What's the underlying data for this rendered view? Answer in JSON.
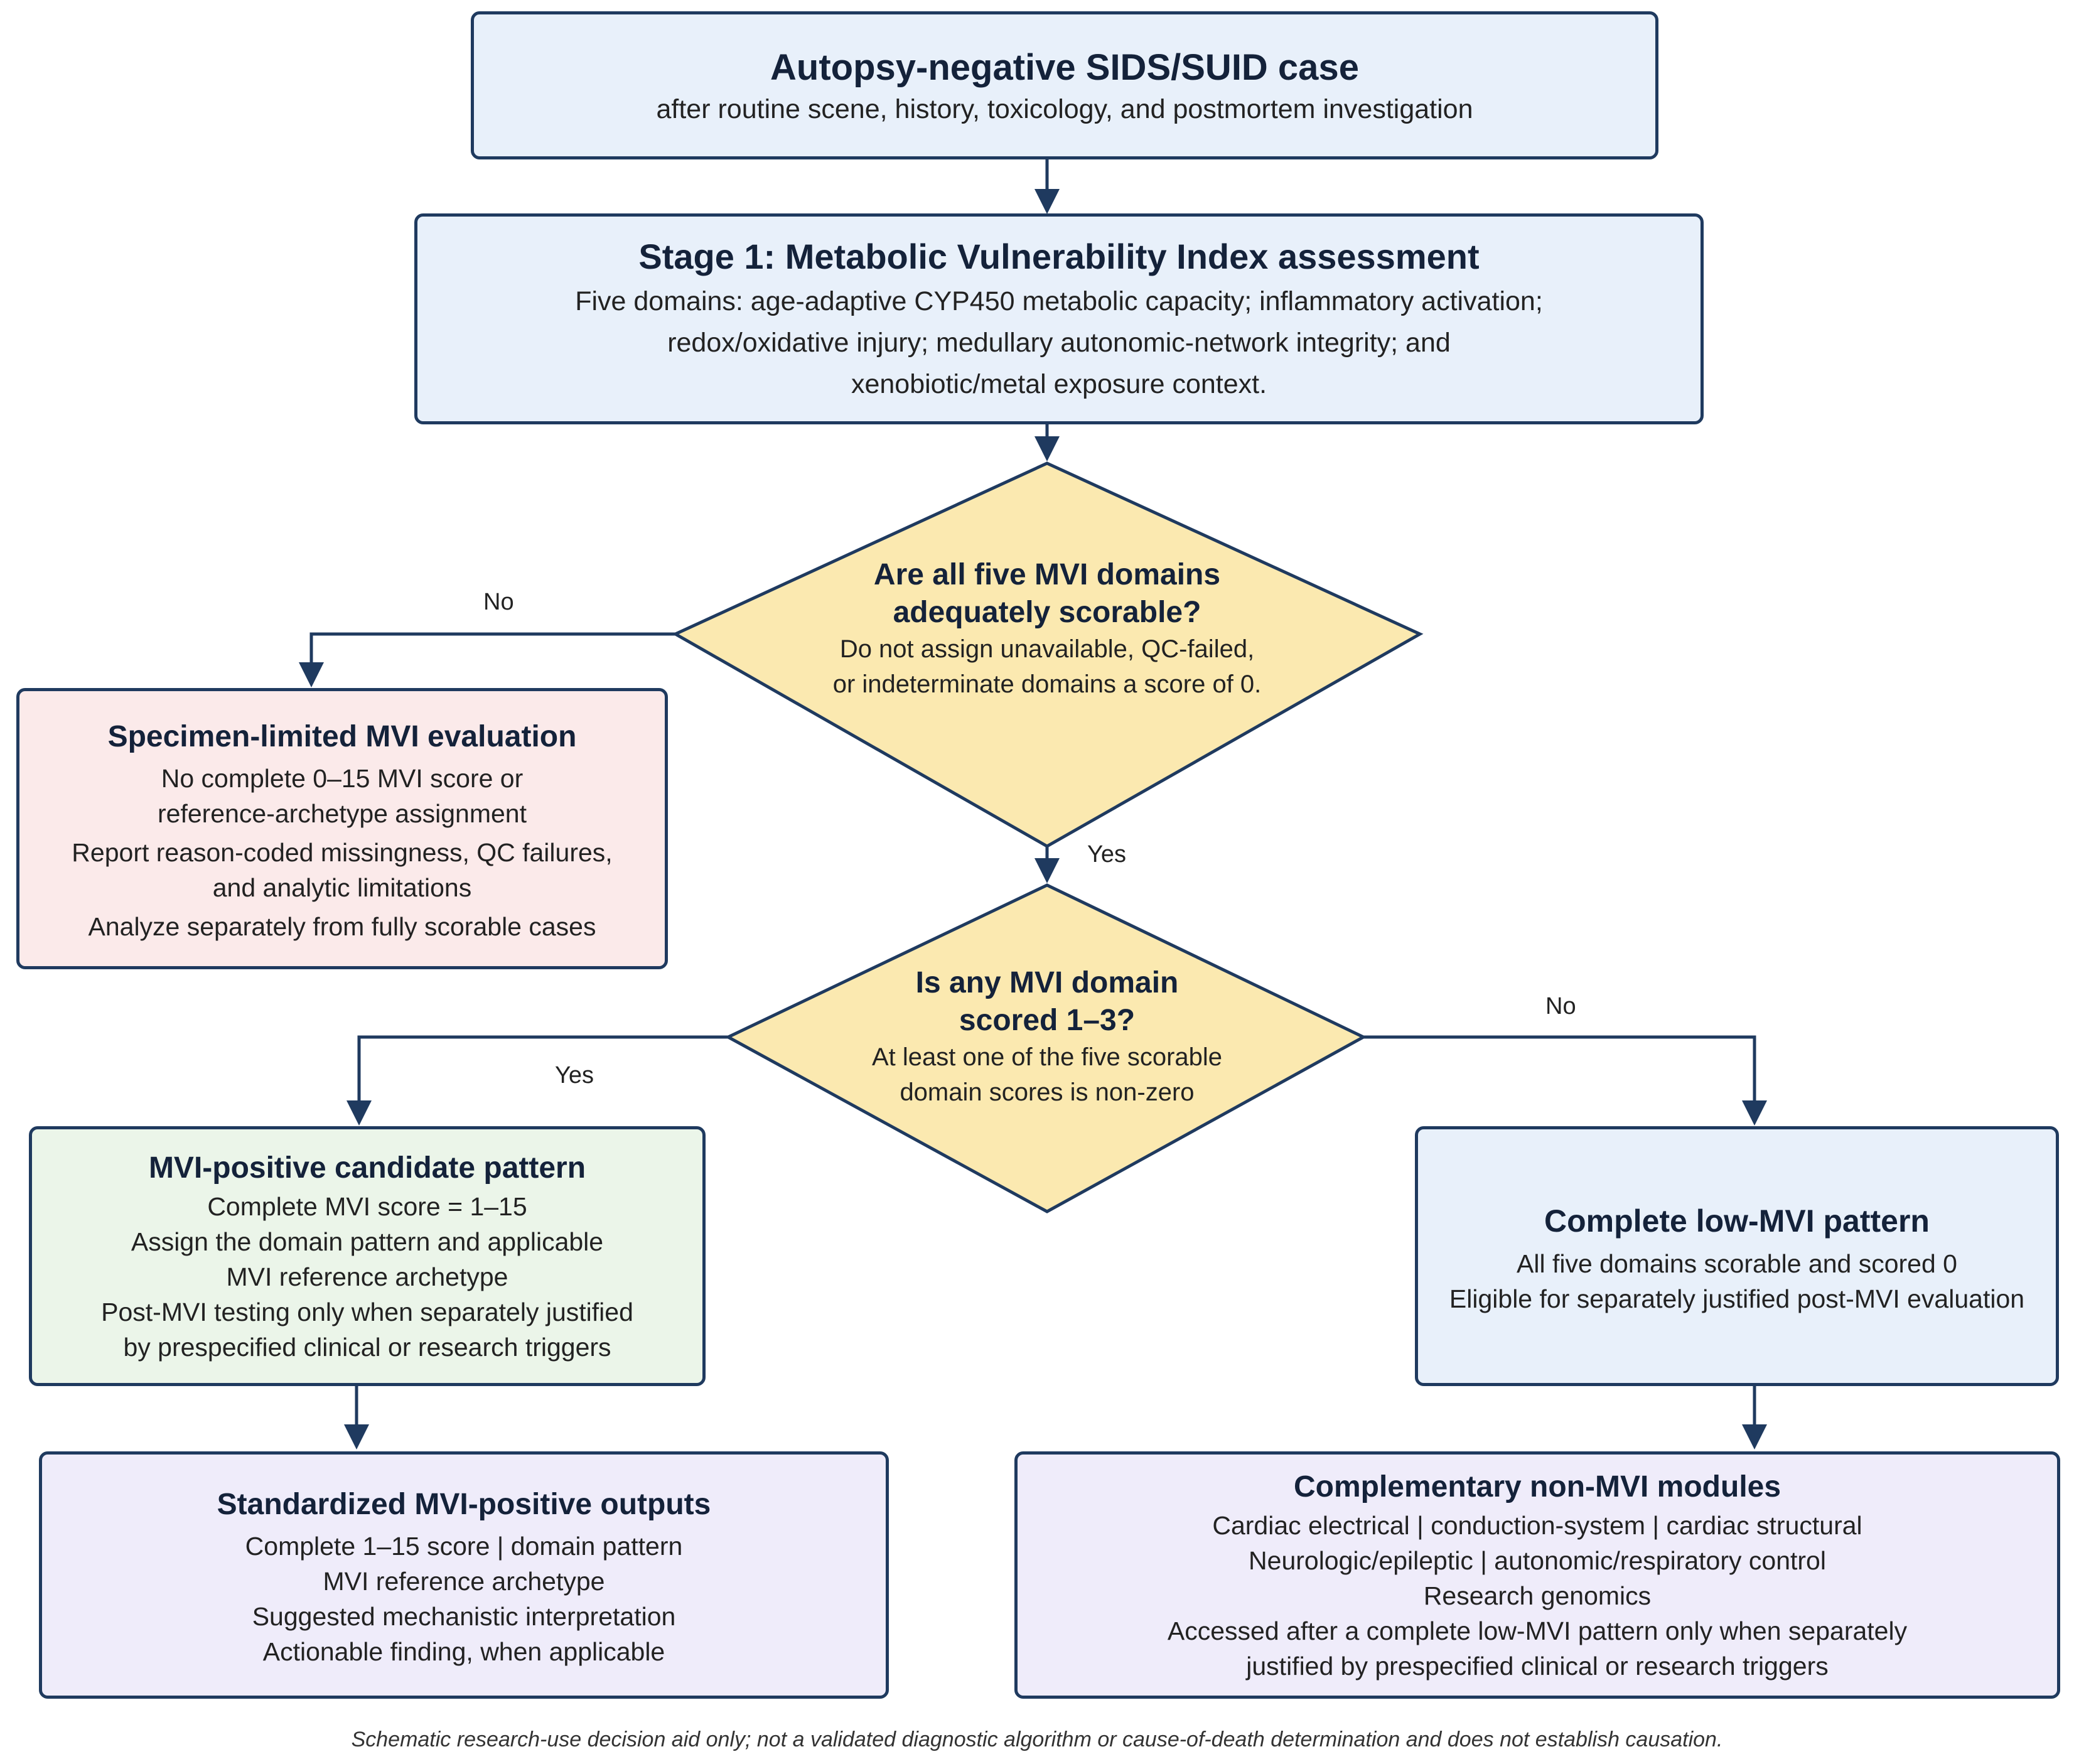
{
  "start": {
    "title": "Autopsy-negative SIDS/SUID case",
    "lines": [
      "after routine scene, history, toxicology, and postmortem investigation"
    ]
  },
  "stage1": {
    "title": "Stage 1: Metabolic Vulnerability Index assessment",
    "lines": [
      "Five domains: age-adaptive CYP450 metabolic capacity; inflammatory activation;",
      "redox/oxidative injury; medullary autonomic-network integrity; and",
      "xenobiotic/metal exposure context."
    ]
  },
  "decision1": {
    "title": [
      "Are all five MVI domains",
      "adequately scorable?"
    ],
    "lines": [
      "Do not assign unavailable, QC-failed,",
      "or indeterminate domains a score of 0."
    ],
    "no_label": "No",
    "yes_label": "Yes"
  },
  "specimen_limited": {
    "title": "Specimen-limited MVI evaluation",
    "lines": [
      "No complete 0–15 MVI score or",
      "reference-archetype assignment",
      "Report reason-coded missingness, QC failures,",
      "and analytic limitations",
      "Analyze separately from fully scorable cases"
    ]
  },
  "decision2": {
    "title": [
      "Is any MVI domain",
      "scored 1–3?"
    ],
    "lines": [
      "At least one of the five scorable",
      "domain scores is non-zero"
    ],
    "yes_label": "Yes",
    "no_label": "No"
  },
  "mvi_positive": {
    "title": "MVI-positive candidate pattern",
    "lines": [
      "Complete MVI score = 1–15",
      "Assign the domain pattern and applicable",
      "MVI reference archetype",
      "Post-MVI testing only when separately justified",
      "by prespecified clinical or research triggers"
    ]
  },
  "low_mvi": {
    "title": "Complete low-MVI pattern",
    "lines": [
      "All five domains scorable and scored 0",
      "Eligible for separately justified post-MVI evaluation"
    ]
  },
  "outputs": {
    "title": "Standardized MVI-positive outputs",
    "lines": [
      "Complete 1–15 score | domain pattern",
      "MVI reference archetype",
      "Suggested mechanistic interpretation",
      "Actionable finding, when applicable"
    ]
  },
  "modules": {
    "title": "Complementary non-MVI modules",
    "lines": [
      "Cardiac electrical | conduction-system | cardiac structural",
      "Neurologic/epileptic | autonomic/respiratory control",
      "Research genomics",
      "Accessed after a complete low-MVI pattern only when separately",
      "justified by prespecified clinical or research triggers"
    ]
  },
  "footer": "Schematic research-use decision aid only; not a validated diagnostic algorithm or cause-of-death determination and does not establish causation.",
  "colors": {
    "border": "#1f3a5f",
    "blue_fill": "#e8f0fa",
    "pink_fill": "#fbeaea",
    "green_fill": "#ebf5e9",
    "lavender_fill": "#efecfa",
    "diamond_fill": "#fbe9b0"
  }
}
